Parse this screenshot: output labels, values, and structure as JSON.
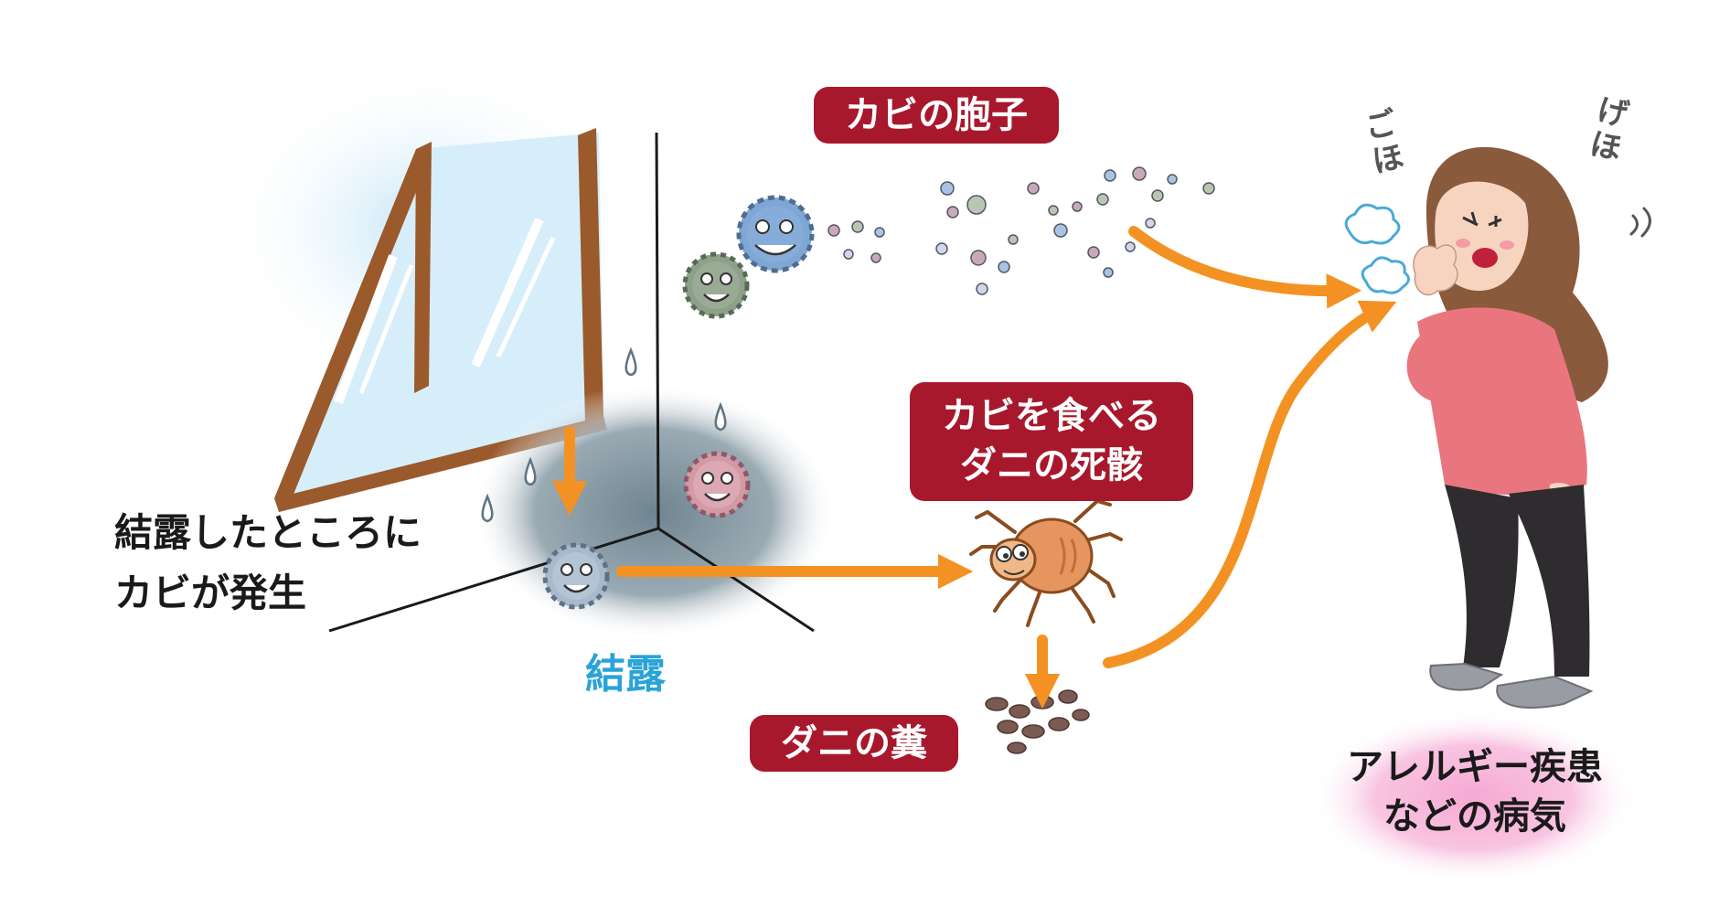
{
  "labels": {
    "mold_spores": "カビの胞子",
    "dead_mites_line1": "カビを食べる",
    "dead_mites_line2": "ダニの死骸",
    "mite_feces": "ダニの糞",
    "condensation_mold_line1": "結露したところに",
    "condensation_mold_line2": "カビが発生",
    "condensation": "結露",
    "disease_line1": "アレルギー疾患",
    "disease_line2": "などの病気",
    "cough_sfx_1": "ごほ",
    "cough_sfx_2": "げほ"
  },
  "icons": [
    "window",
    "water-drop",
    "mold-germ",
    "mold-spore",
    "mite",
    "mite-feces",
    "flow-arrow",
    "coughing-woman",
    "cough-puff"
  ],
  "colors": {
    "label_red": "#a8182d",
    "arrow_orange": "#f39223",
    "condensation_blue": "#2aa3d8",
    "window_frame": "#9a5a2c",
    "glass": "#d6eefa",
    "disease_glow": "#f3a6d2"
  }
}
